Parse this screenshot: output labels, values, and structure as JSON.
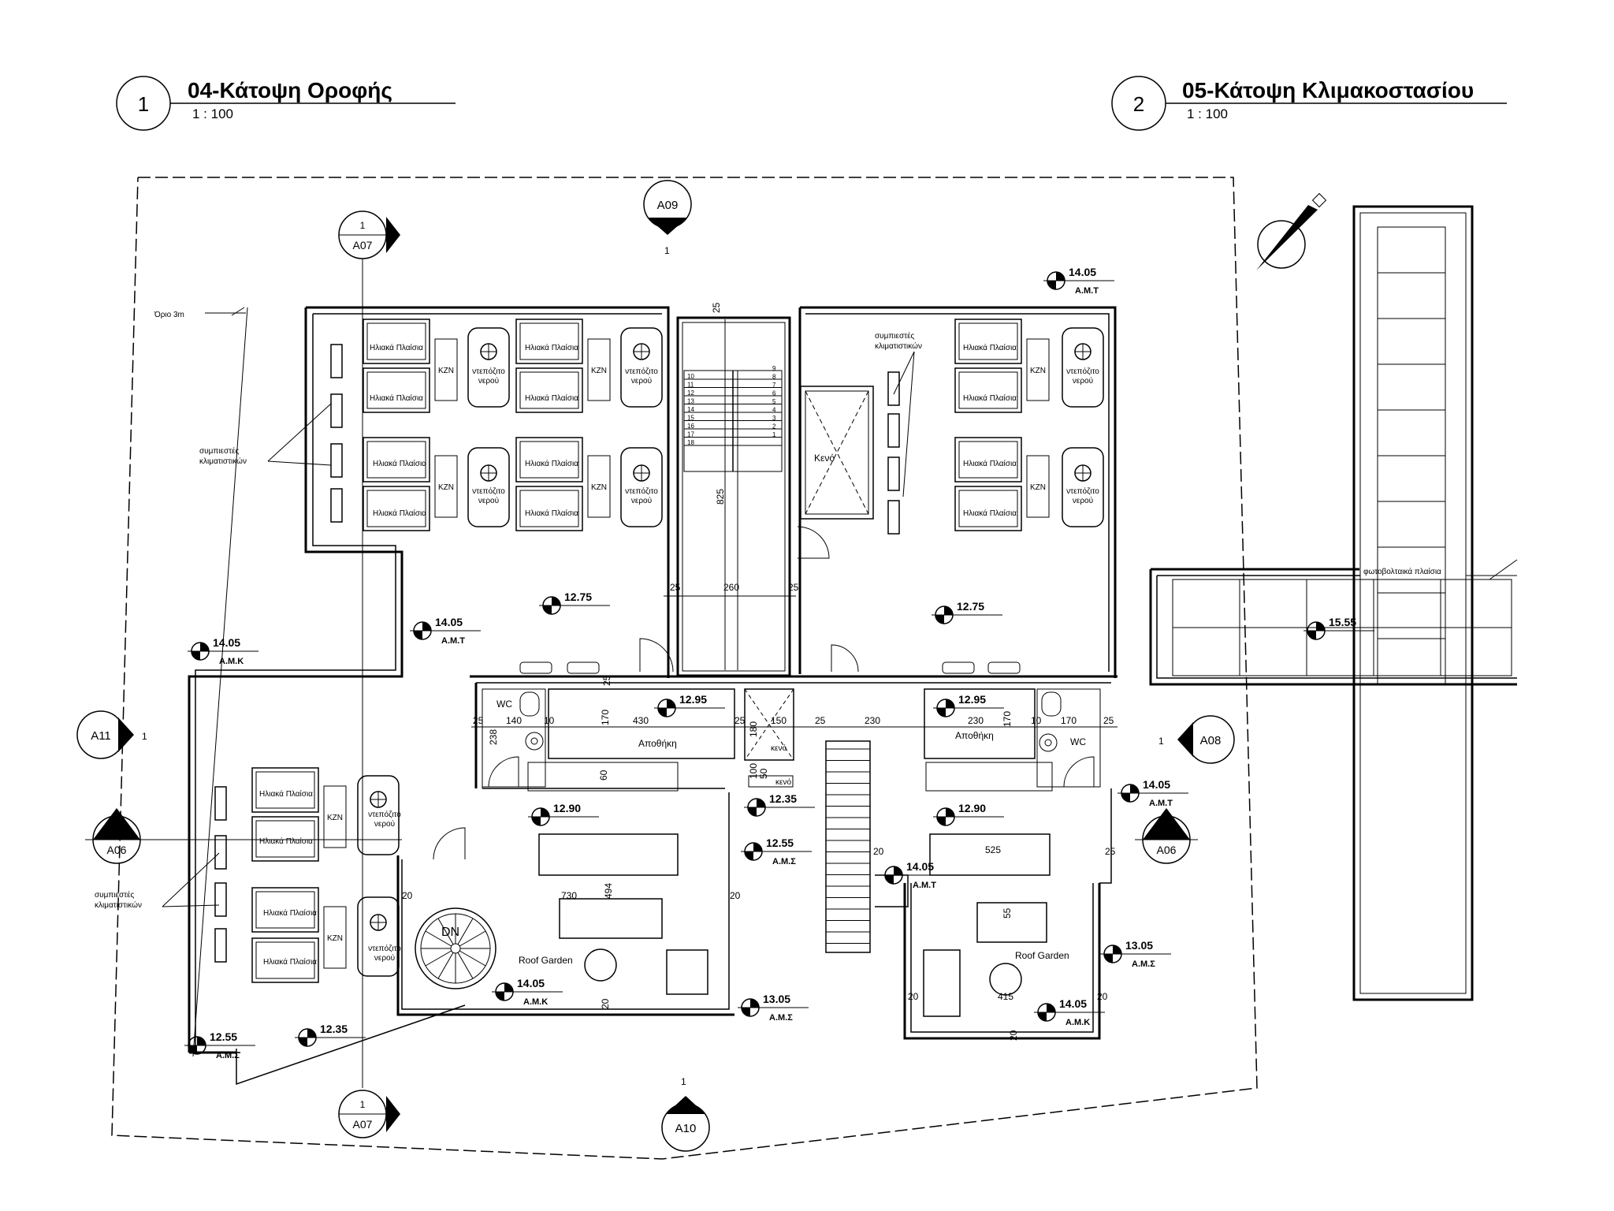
{
  "titles": {
    "left": {
      "number": "1",
      "title": "04-Κάτοψη Οροφής",
      "scale": "1 : 100"
    },
    "right": {
      "number": "2",
      "title": "05-Κάτοψη Κλιμακοστασίου",
      "scale": "1 : 100"
    }
  },
  "labels": {
    "solar_panel": "Ηλιακά Πλαίσια",
    "kzn": "KZN",
    "water_tank_1": "ντεπόζιτο",
    "water_tank_2": "νερού",
    "ac_units_1": "συμπιεστές",
    "ac_units_2": "κλιματιστικών",
    "limit": "Όριο 3m",
    "void": "Κενό",
    "void_small": "κενό",
    "storage": "Αποθήκη",
    "wc": "WC",
    "roof_garden": "Roof Garden",
    "dn": "DN",
    "pv_panels": "φωτοβολταικά πλαίσια"
  },
  "section_tags": {
    "a07": "A07",
    "a09": "A09",
    "a10": "A10",
    "a11": "A11",
    "a08": "A08",
    "a06": "A06",
    "one": "1"
  },
  "elevations": {
    "e1405": "14.05",
    "e1275": "12.75",
    "e1295": "12.95",
    "e1290": "12.90",
    "e1235": "12.35",
    "e1255": "12.55",
    "e1305": "13.05",
    "e1555": "15.55",
    "amt": "Α.Μ.Τ",
    "amk": "Α.Μ.Κ",
    "ams": "Α.Μ.Σ"
  },
  "dims": {
    "d25": "25",
    "d260": "260",
    "d825": "825",
    "d140": "140",
    "d10": "10",
    "d170": "170",
    "d430": "430",
    "d150": "150",
    "d230": "230",
    "d238": "238",
    "d180": "180",
    "d60": "60",
    "d730": "730",
    "d494": "494",
    "d20": "20",
    "d525": "525",
    "d55": "55",
    "d415": "415",
    "d50": "50",
    "d100": "100"
  },
  "stairs": {
    "left": [
      "10",
      "11",
      "12",
      "13",
      "14",
      "15",
      "16",
      "17",
      "18"
    ],
    "right": [
      "9",
      "8",
      "7",
      "6",
      "5",
      "4",
      "3",
      "2",
      "1"
    ]
  }
}
